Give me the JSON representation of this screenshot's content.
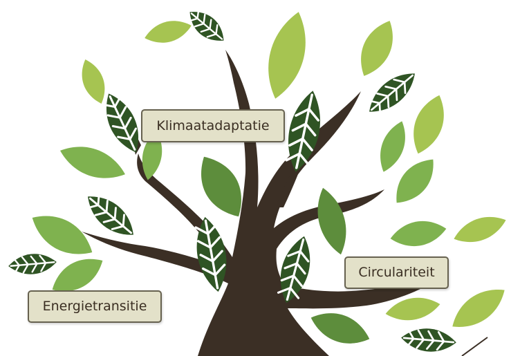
{
  "labels": {
    "klimaatadaptatie": "Klimaatadaptatie",
    "energietransitie": "Energietransitie",
    "circulariteit": "Circulariteit"
  },
  "colors": {
    "trunk": "#3b2f25",
    "leaf_light": "#a6c451",
    "leaf_mid": "#7fb24f",
    "leaf_dark": "#5d8d3c",
    "leaf_veined": "#2f5424",
    "label_fill": "#e3e1c9",
    "label_border": "#66614f"
  }
}
